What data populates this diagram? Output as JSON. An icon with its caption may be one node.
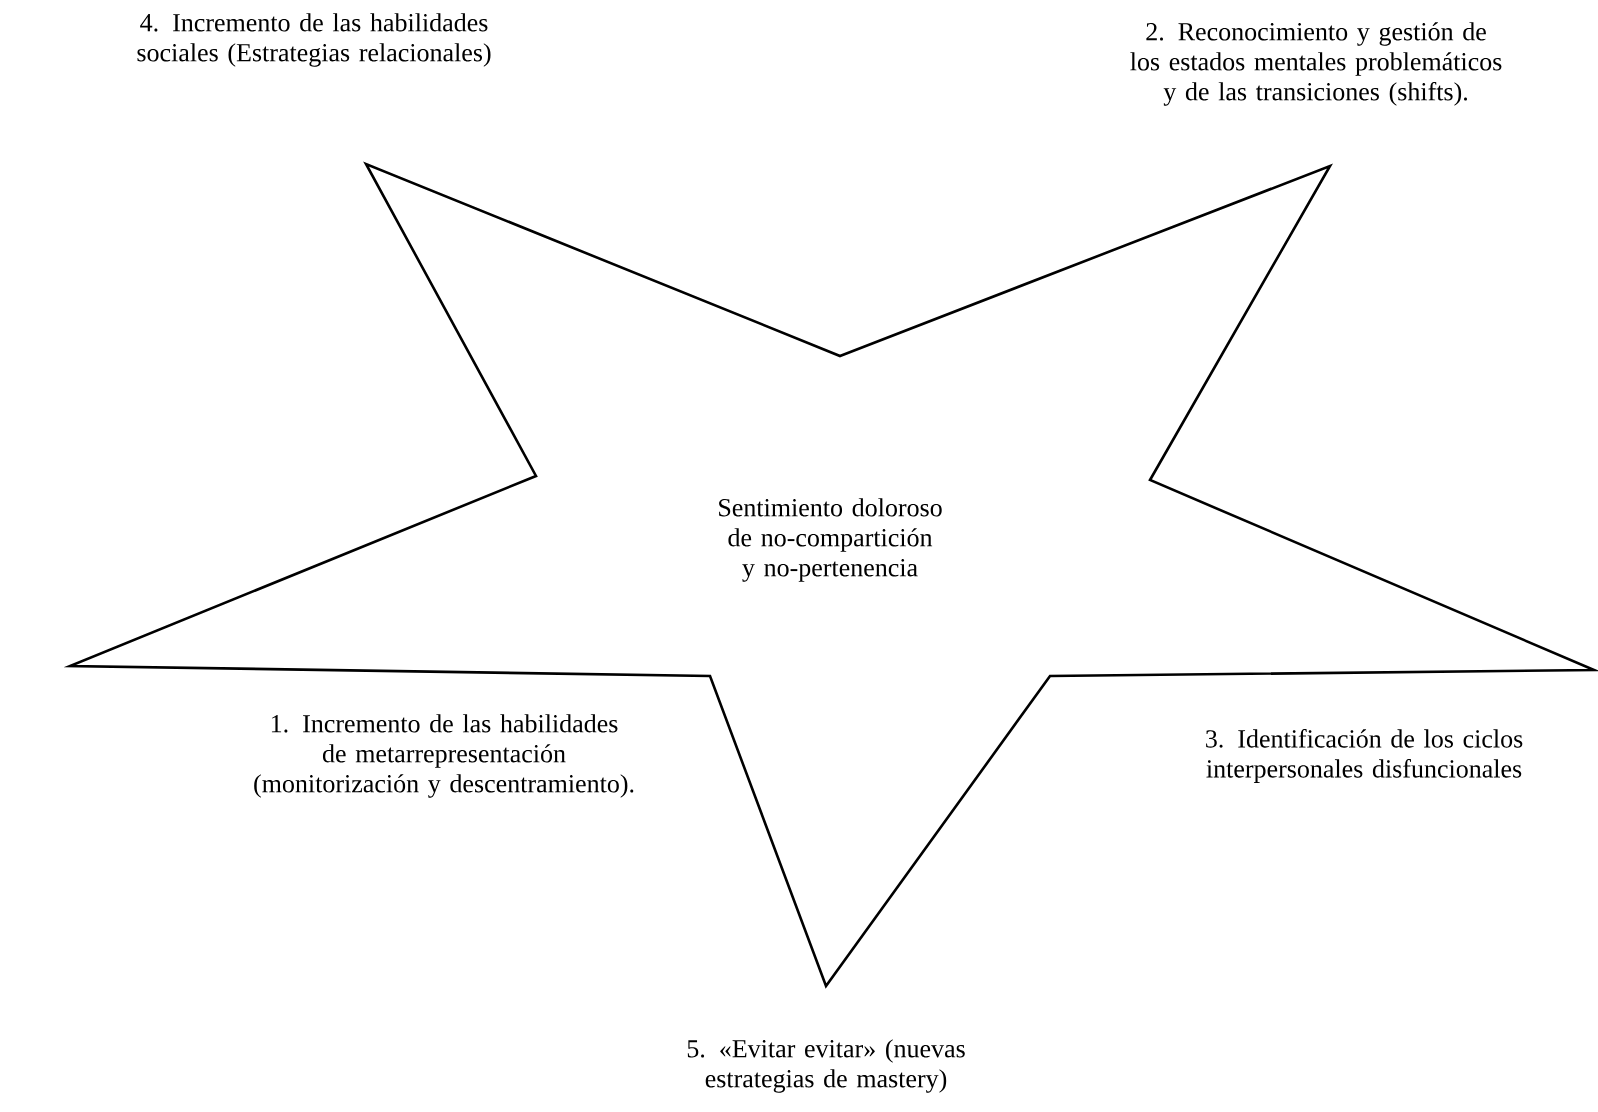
{
  "diagram": {
    "nodes": [
      {
        "text": [
          "Sentimiento doloroso de no-compartición y no-pertenencia"
        ]
      }
    ],
    "labels": [
      "4. Incremento de las habilidades sociales (Estrategias relacionales)",
      "2. Reconocimiento y gestión de los estados mentales problemáticos y de las transiciones (shifts).",
      "1. Incremento de las habilidades de metarrepresentación (monitorización y descentramiento).",
      "3. Identificación de los ciclos interpersonales disfuncionales",
      "5. «Evitar evitar» (nuevas estrategias de mastery)"
    ]
  }
}
